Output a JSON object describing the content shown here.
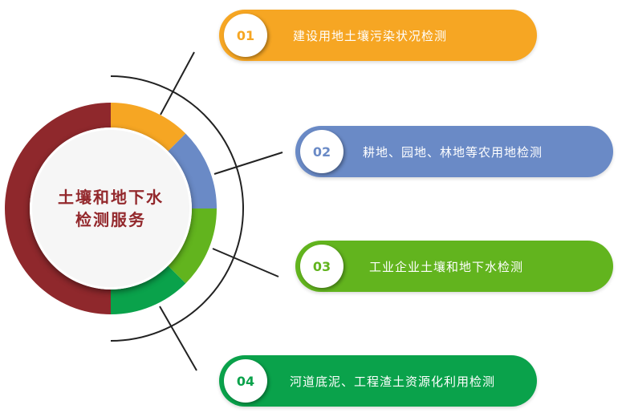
{
  "center": {
    "line1": "土壤和地下水",
    "line2": "检测服务"
  },
  "items": [
    {
      "num": "01",
      "label": "建设用地土壤污染状况检测",
      "color": "#F6A623"
    },
    {
      "num": "02",
      "label": "耕地、园地、林地等农用地检测",
      "color": "#6A8AC6"
    },
    {
      "num": "03",
      "label": "工业企业土壤和地下水检测",
      "color": "#62B41E"
    },
    {
      "num": "04",
      "label": "河道底泥、工程渣土资源化利用检测",
      "color": "#0AA24B"
    }
  ],
  "ring_color": "#8F282C"
}
